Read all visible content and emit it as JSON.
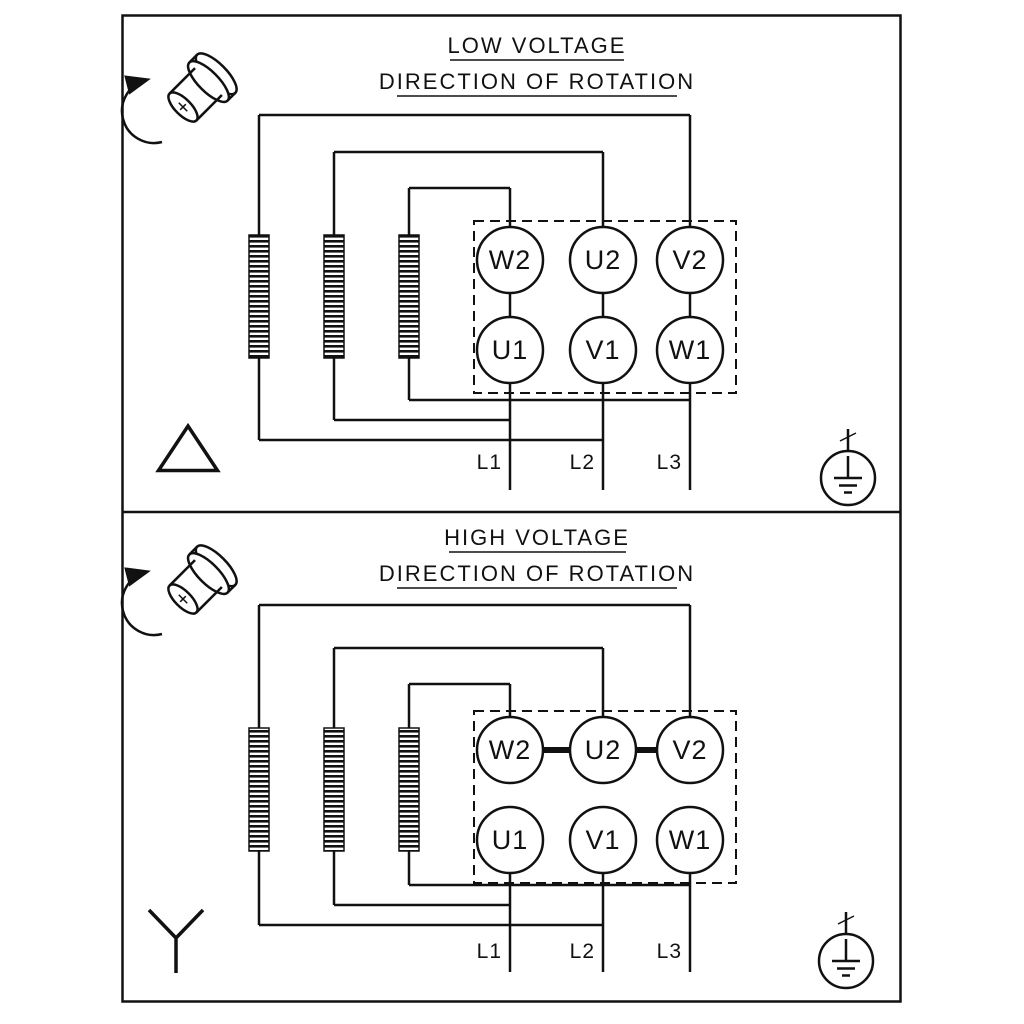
{
  "panels": [
    {
      "title": "LOW VOLTAGE",
      "subtitle": "DIRECTION OF ROTATION",
      "connection_symbol": "delta",
      "terminals_top": [
        "W2",
        "U2",
        "V2"
      ],
      "terminals_bottom": [
        "U1",
        "V1",
        "W1"
      ],
      "supply": [
        "L1",
        "L2",
        "L3"
      ]
    },
    {
      "title": "HIGH VOLTAGE",
      "subtitle": "DIRECTION OF ROTATION",
      "connection_symbol": "star",
      "terminals_top": [
        "W2",
        "U2",
        "V2"
      ],
      "terminals_bottom": [
        "U1",
        "V1",
        "W1"
      ],
      "supply": [
        "L1",
        "L2",
        "L3"
      ]
    }
  ],
  "icons": {
    "rotation": "motor-shaft-with-rotation-arrow",
    "low_voltage_connection": "delta-triangle",
    "high_voltage_connection": "star-y",
    "earth": "protective-earth-in-circle"
  },
  "colors": {
    "line": "#111111",
    "background": "#ffffff"
  }
}
